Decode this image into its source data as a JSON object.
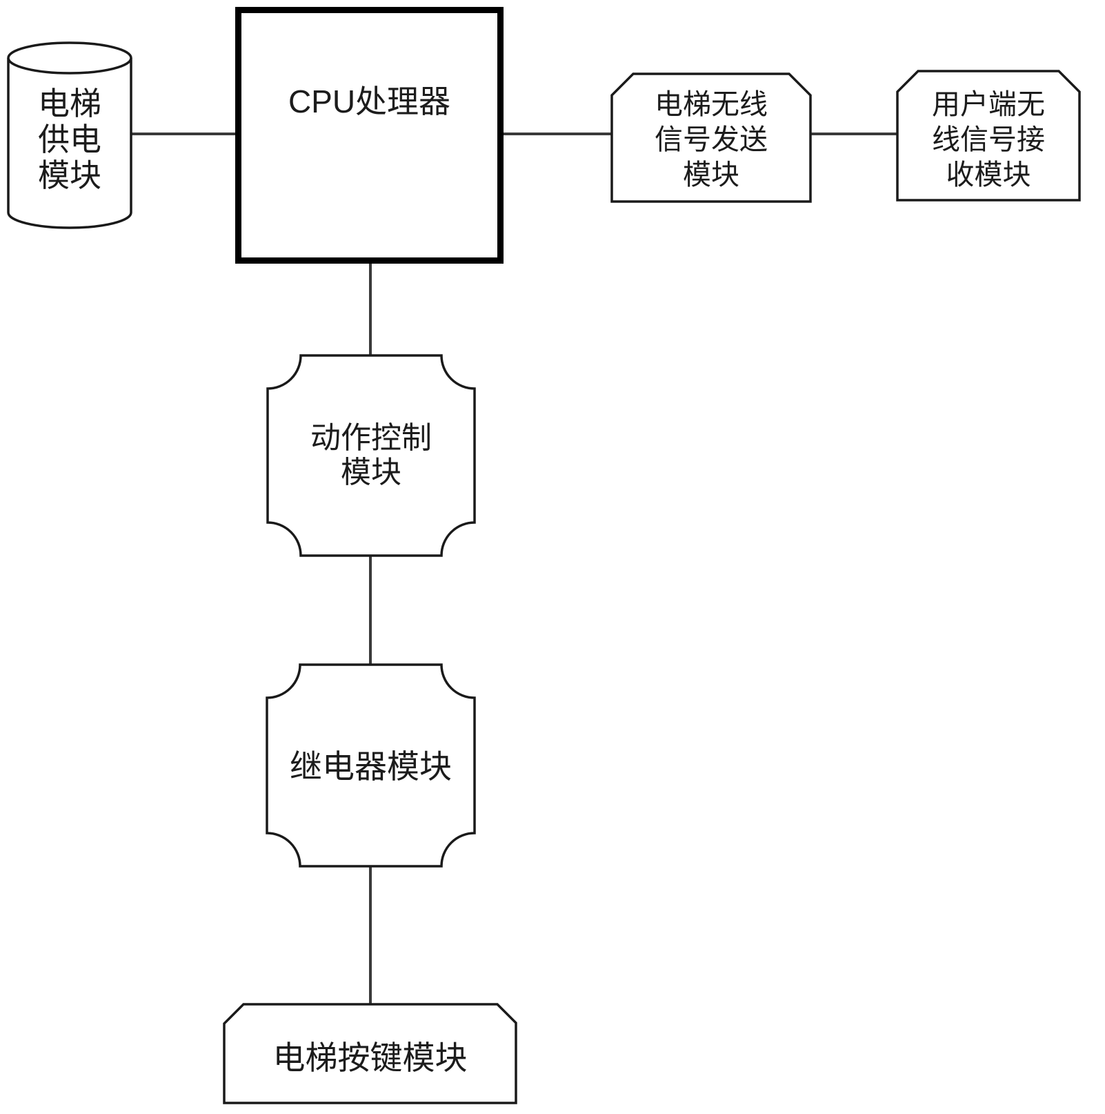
{
  "diagram": {
    "type": "block-diagram",
    "background": "#ffffff",
    "stroke_color": "#1a1a1a",
    "connector_color": "#3a3a3a",
    "text_color": "#1c1c1c",
    "nodes": {
      "power": {
        "label": "电梯\n供电\n模块",
        "shape": "cylinder"
      },
      "cpu": {
        "label": "CPU处理器",
        "shape": "rectangle-bold-border"
      },
      "tx": {
        "label": "电梯无线\n信号发送\n模块",
        "shape": "rectangle-chamfered-top-corners"
      },
      "rx": {
        "label": "用户端无\n线信号接\n收模块",
        "shape": "rectangle-chamfered-top-corners"
      },
      "action": {
        "label": "动作控制\n模块",
        "shape": "rectangle-concave-notched-corners"
      },
      "relay": {
        "label": "继电器模块",
        "shape": "rectangle-concave-notched-corners"
      },
      "buttons": {
        "label": "电梯按键模块",
        "shape": "rectangle-chamfered-top-corners"
      }
    },
    "edges": [
      {
        "from": "power",
        "to": "cpu"
      },
      {
        "from": "cpu",
        "to": "tx"
      },
      {
        "from": "tx",
        "to": "rx"
      },
      {
        "from": "cpu",
        "to": "action"
      },
      {
        "from": "action",
        "to": "relay"
      },
      {
        "from": "relay",
        "to": "buttons"
      }
    ]
  }
}
